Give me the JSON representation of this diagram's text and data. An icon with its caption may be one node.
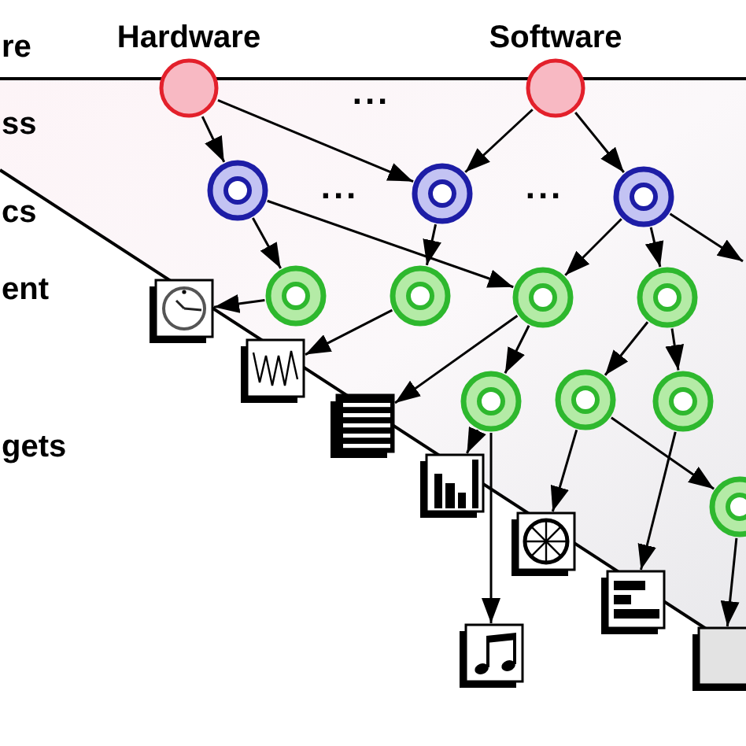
{
  "diagram": {
    "nodes": [
      {
        "text": [
          "Hardware"
        ]
      },
      {
        "text": [
          "Software"
        ]
      },
      {
        "text": [],
        "shape": "circle"
      },
      {
        "text": [],
        "shape": "circle"
      },
      {
        "text": [],
        "shape": "circle"
      },
      {
        "text": [],
        "shape": "circle"
      },
      {
        "text": [],
        "shape": "circle"
      },
      {
        "text": [],
        "shape": "circle"
      },
      {
        "text": [],
        "shape": "circle"
      },
      {
        "text": [],
        "shape": "circle"
      },
      {
        "text": [],
        "shape": "circle"
      },
      {
        "text": [],
        "shape": "circle"
      },
      {
        "text": [],
        "shape": "circle"
      },
      {
        "text": [],
        "shape": "picture"
      },
      {
        "text": [],
        "shape": "picture"
      },
      {
        "text": [],
        "shape": "picture"
      },
      {
        "text": [],
        "shape": "picture"
      },
      {
        "text": [],
        "shape": "picture"
      },
      {
        "text": [],
        "shape": "picture"
      },
      {
        "text": [],
        "shape": "picture"
      },
      {
        "text": [],
        "shape": "box"
      }
    ],
    "edges": [
      {
        "from": 0,
        "to": 2,
        "arrow": "to"
      },
      {
        "from": 0,
        "to": 3,
        "arrow": "to"
      },
      {
        "from": 1,
        "to": 3,
        "arrow": "to"
      },
      {
        "from": 1,
        "to": 4,
        "arrow": "to"
      },
      {
        "from": 2,
        "to": 5,
        "arrow": "to"
      },
      {
        "from": 2,
        "to": 7,
        "arrow": "to"
      },
      {
        "from": 3,
        "to": 6,
        "arrow": "to"
      },
      {
        "from": 4,
        "to": 7,
        "arrow": "to"
      },
      {
        "from": 4,
        "to": 8,
        "arrow": "to"
      },
      {
        "from": 4,
        "to": null,
        "arrow": "to"
      },
      {
        "from": 5,
        "to": 13,
        "arrow": "to"
      },
      {
        "from": 6,
        "to": 14,
        "arrow": "to"
      },
      {
        "from": 7,
        "to": 15,
        "arrow": "to"
      },
      {
        "from": 7,
        "to": 9,
        "arrow": "to"
      },
      {
        "from": 8,
        "to": 10,
        "arrow": "to"
      },
      {
        "from": 8,
        "to": 11,
        "arrow": "to"
      },
      {
        "from": 9,
        "to": 16,
        "arrow": "to"
      },
      {
        "from": 9,
        "to": 17,
        "arrow": "to"
      },
      {
        "from": 10,
        "to": 18,
        "arrow": "to"
      },
      {
        "from": 10,
        "to": 12,
        "arrow": "to"
      },
      {
        "from": 11,
        "to": 19,
        "arrow": "to"
      },
      {
        "from": 12,
        "to": 20,
        "arrow": "to"
      }
    ],
    "labels": [
      "re",
      "...",
      "ss",
      "cs",
      "...",
      "...",
      "ent",
      "gets"
    ]
  }
}
